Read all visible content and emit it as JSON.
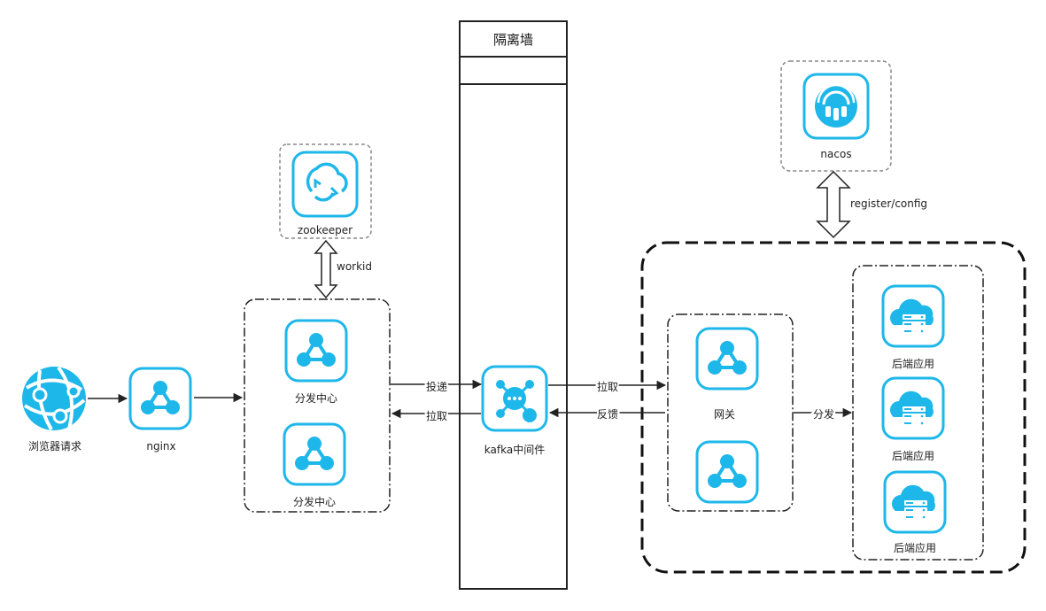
{
  "wall": {
    "title": "隔离墙"
  },
  "nodes": {
    "browser": "浏览器请求",
    "nginx": "nginx",
    "zookeeper": "zookeeper",
    "dispatch_1": "分发中心",
    "dispatch_2": "分发中心",
    "kafka": "kafka中间件",
    "nacos": "nacos",
    "gateway": "网关",
    "backend_1": "后端应用",
    "backend_2": "后端应用",
    "backend_3": "后端应用"
  },
  "edges": {
    "workid": "workid",
    "deliver": "投递",
    "pull_left": "拉取",
    "pull_right": "拉取",
    "feedback": "反馈",
    "distribute": "分发",
    "register_config": "register/config"
  },
  "colors": {
    "accent": "#1eb7ea",
    "icon_bg": "#ffffff",
    "line": "#222222",
    "dashed_border": "#888888"
  }
}
